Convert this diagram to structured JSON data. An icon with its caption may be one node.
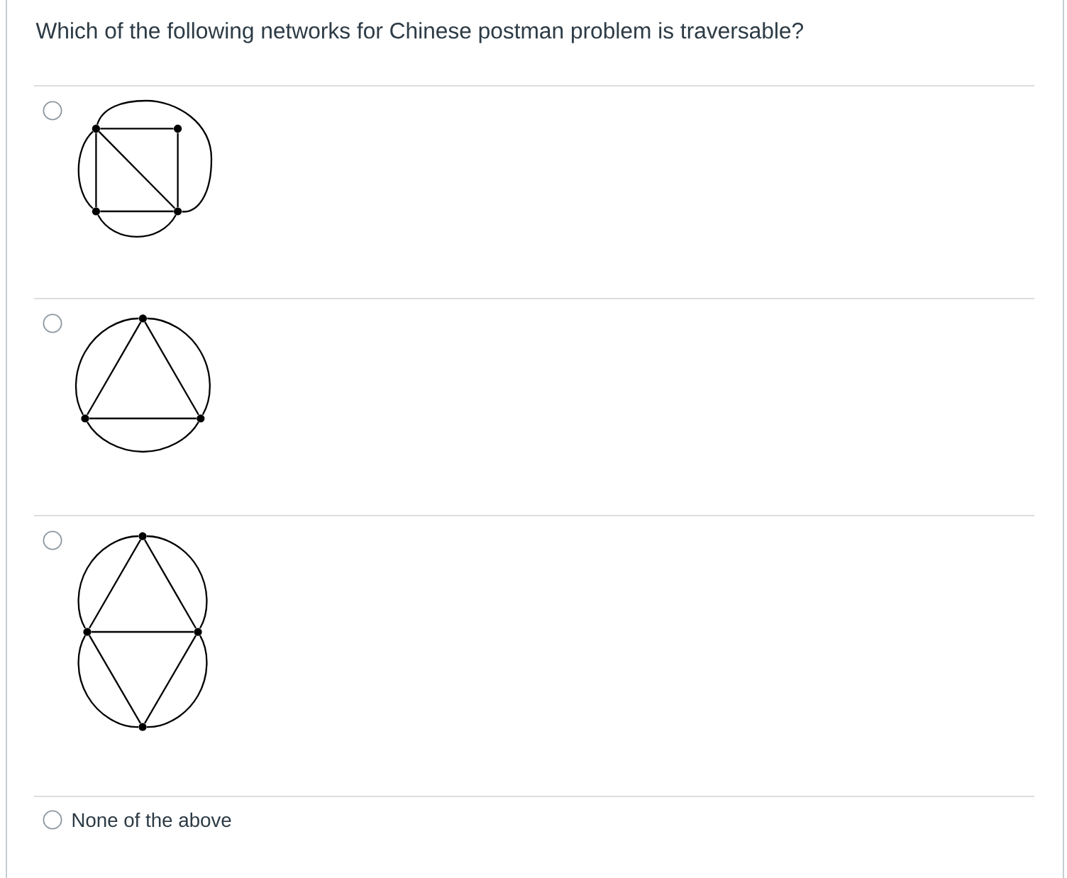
{
  "diagram": {
    "title": "Which of the following networks for Chinese postman problem is traversable?",
    "nodes": [
      {
        "text": [],
        "shape": "circle"
      },
      {
        "text": [],
        "shape": "circle"
      },
      {
        "text": [],
        "shape": "circle"
      },
      {
        "text": [],
        "shape": "circle"
      },
      {
        "text": [],
        "shape": "circle"
      },
      {
        "text": [],
        "shape": "circle"
      },
      {
        "text": [],
        "shape": "circle"
      },
      {
        "text": [],
        "shape": "circle"
      },
      {
        "text": [],
        "shape": "circle"
      },
      {
        "text": [],
        "shape": "circle"
      },
      {
        "text": [],
        "shape": "circle"
      }
    ],
    "edges": [
      {
        "from": 0,
        "to": 1,
        "arrow": "none"
      },
      {
        "from": 0,
        "to": 2,
        "arrow": "none"
      },
      {
        "from": 1,
        "to": 3,
        "arrow": "none"
      },
      {
        "from": 2,
        "to": 3,
        "arrow": "none"
      },
      {
        "from": 0,
        "to": 3,
        "arrow": "none"
      },
      {
        "from": 0,
        "to": 3,
        "arrow": "none"
      },
      {
        "from": 0,
        "to": 2,
        "arrow": "none"
      },
      {
        "from": 2,
        "to": 3,
        "arrow": "none"
      },
      {
        "from": 4,
        "to": 5,
        "arrow": "none"
      },
      {
        "from": 4,
        "to": 6,
        "arrow": "none"
      },
      {
        "from": 5,
        "to": 6,
        "arrow": "none"
      },
      {
        "from": 4,
        "to": 5,
        "arrow": "none"
      },
      {
        "from": 5,
        "to": 6,
        "arrow": "none"
      },
      {
        "from": 4,
        "to": 6,
        "arrow": "none"
      },
      {
        "from": 7,
        "to": 8,
        "arrow": "none"
      },
      {
        "from": 7,
        "to": 9,
        "arrow": "none"
      },
      {
        "from": 8,
        "to": 9,
        "arrow": "none"
      },
      {
        "from": 8,
        "to": 10,
        "arrow": "none"
      },
      {
        "from": 9,
        "to": 10,
        "arrow": "none"
      },
      {
        "from": 7,
        "to": 8,
        "arrow": "none"
      },
      {
        "from": 7,
        "to": 9,
        "arrow": "none"
      },
      {
        "from": 8,
        "to": 10,
        "arrow": "none"
      },
      {
        "from": 9,
        "to": 10,
        "arrow": "none"
      }
    ],
    "labels": [
      "None of the above"
    ]
  }
}
